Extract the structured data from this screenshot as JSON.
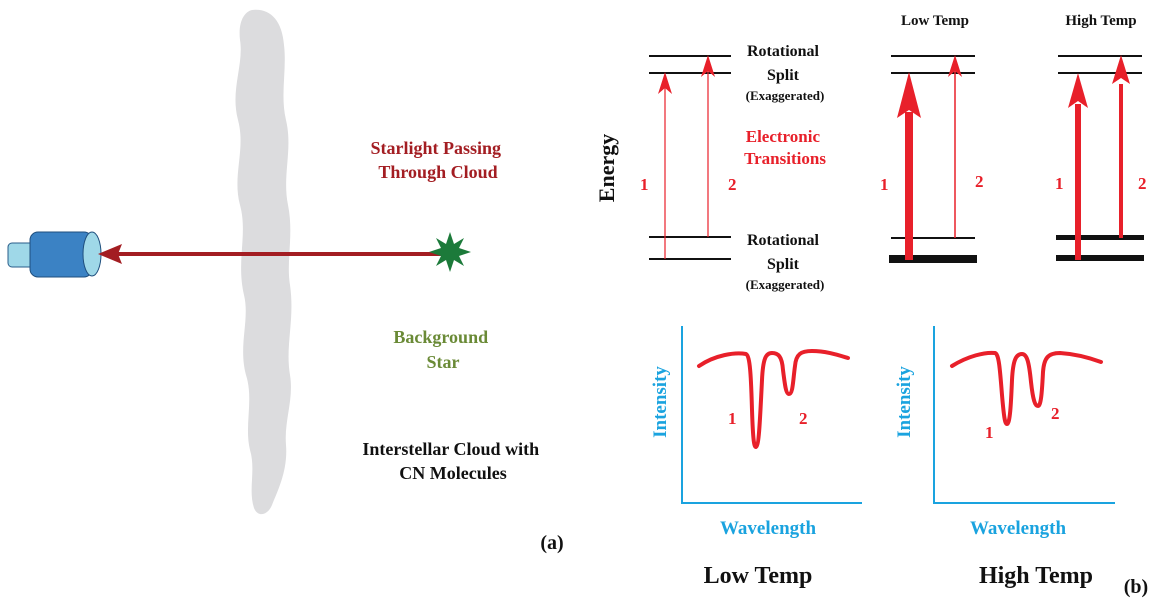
{
  "panel_a": {
    "starlight_label": [
      "Starlight Passing",
      "Through Cloud"
    ],
    "background_star_label": [
      "Background",
      "Star"
    ],
    "cloud_label": [
      "Interstellar Cloud with",
      "CN Molecules"
    ],
    "panel_label": "(a)"
  },
  "panel_b": {
    "energy_label": "Energy",
    "low_temp_header": "Low Temp",
    "high_temp_header": "High Temp",
    "rotational_split_upper": [
      "Rotational",
      "Split",
      "(Exaggerated)"
    ],
    "rotational_split_lower": [
      "Rotational",
      "Split",
      "(Exaggerated)"
    ],
    "electronic_transitions": [
      "Electronic",
      "Transitions"
    ],
    "transition_1": "1",
    "transition_2": "2",
    "intensity_label": "Intensity",
    "wavelength_label": "Wavelength",
    "low_temp_footer": "Low Temp",
    "high_temp_footer": "High Temp",
    "panel_label": "(b)"
  },
  "colors": {
    "red": "#e8202a",
    "dark_red": "#a31d22",
    "cyan": "#1aa3df",
    "green": "#6a8a36",
    "star_green": "#1c7a3a",
    "cloud": "#dcdcde",
    "telescope_blue": "#3b82c4",
    "telescope_light": "#9fd8e8"
  },
  "icons": {
    "telescope": "telescope-icon",
    "star": "star-icon"
  }
}
